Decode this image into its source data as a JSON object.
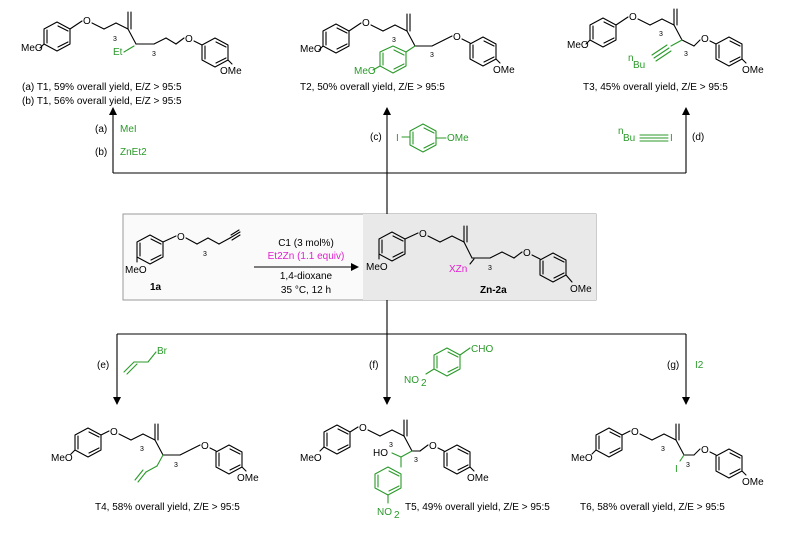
{
  "colors": {
    "reagent_green": "#2a9a2a",
    "zinc_magenta": "#e020d0",
    "box_gray": "#f0f0f0"
  },
  "groups": {
    "meo": "MeO",
    "ome": "OMe",
    "o": "O",
    "sub3": "3",
    "nbu": "Bu",
    "n_sup": "n",
    "no2": "NO",
    "no2_sub": "2",
    "ho": "HO",
    "i": "I",
    "et": "Et",
    "xzn": "XZn",
    "cho": "CHO",
    "br": "Br"
  },
  "top": {
    "t1": {
      "line_a": "(a) T1, 59% overall yield, E/Z > 95:5",
      "line_b": "(b) T1, 56% overall yield, E/Z > 95:5"
    },
    "t2": {
      "caption": "T2, 50% overall yield, Z/E > 95:5"
    },
    "t3": {
      "caption": "T3, 45% overall yield, Z/E > 95:5"
    },
    "reagents": {
      "a_tag": "(a)",
      "a": "MeI",
      "b_tag": "(b)",
      "b": "ZnEt2",
      "c_tag": "(c)",
      "d_tag": "(d)",
      "d_i": "I"
    }
  },
  "center": {
    "sm_label": "1a",
    "catalyst": "C1 (3 mol%)",
    "zinc_reagent": "Et2Zn (1.1 equiv)",
    "solvent": "1,4-dioxane",
    "conditions": "35 °C, 12 h",
    "product_label": "Zn-2a"
  },
  "bottom": {
    "reagents": {
      "e_tag": "(e)",
      "f_tag": "(f)",
      "g_tag": "(g)",
      "g": "I2"
    },
    "t4": {
      "caption": "T4, 58% overall yield, Z/E > 95:5"
    },
    "t5": {
      "caption": "T5, 49% overall yield, Z/E > 95:5"
    },
    "t6": {
      "caption": "T6, 58% overall yield, Z/E > 95:5"
    }
  }
}
